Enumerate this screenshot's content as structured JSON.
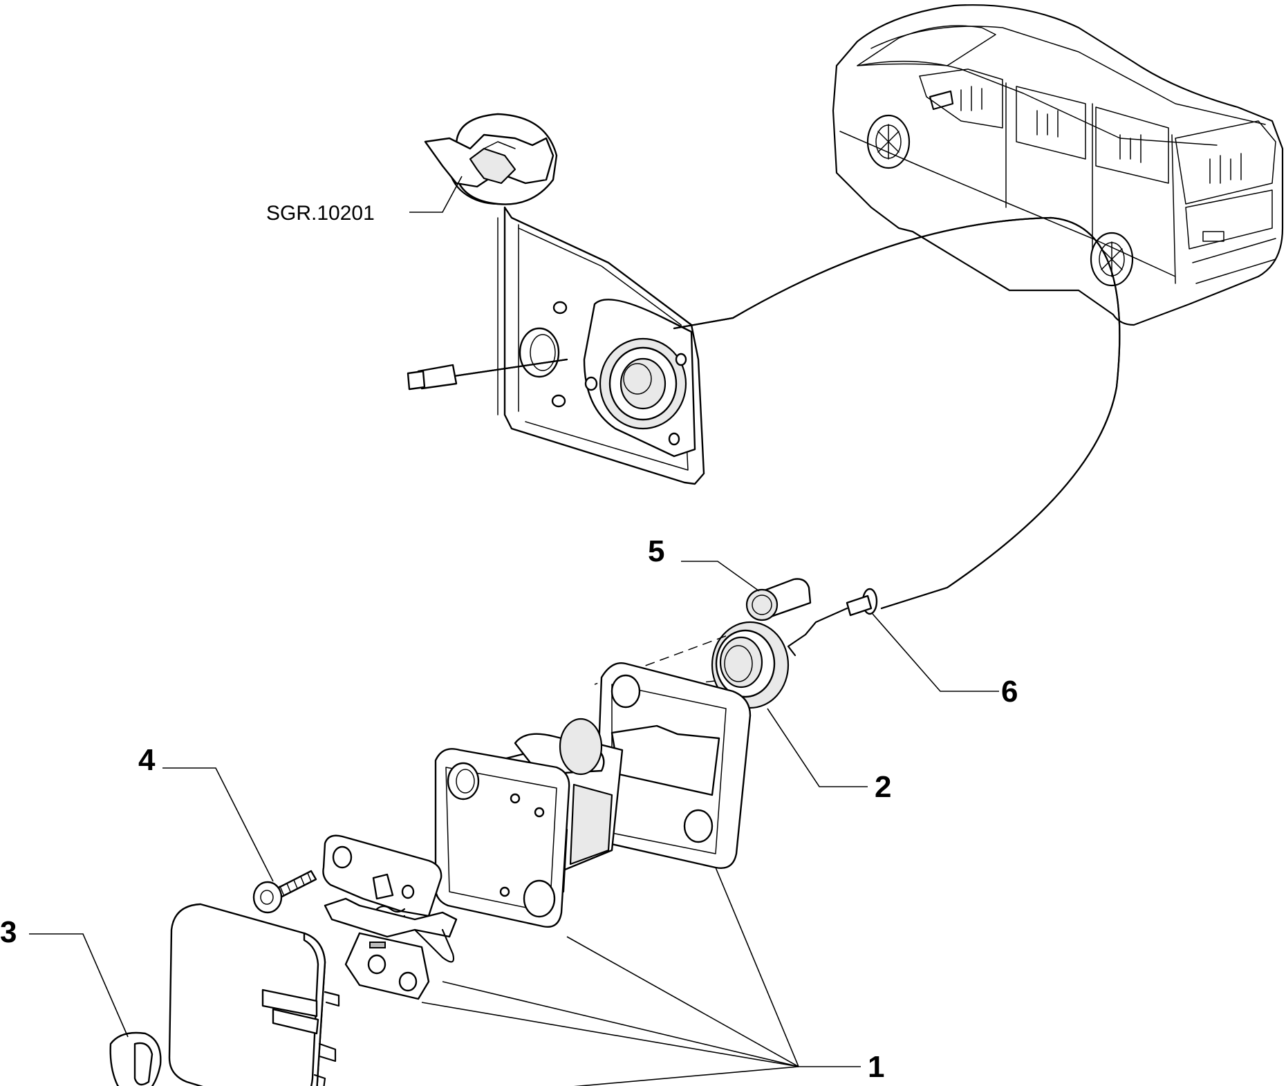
{
  "diagram": {
    "reference_label": "SGR.10201",
    "callouts": {
      "c1": "1",
      "c2": "2",
      "c3": "3",
      "c4": "4",
      "c5": "5",
      "c6": "6"
    }
  }
}
